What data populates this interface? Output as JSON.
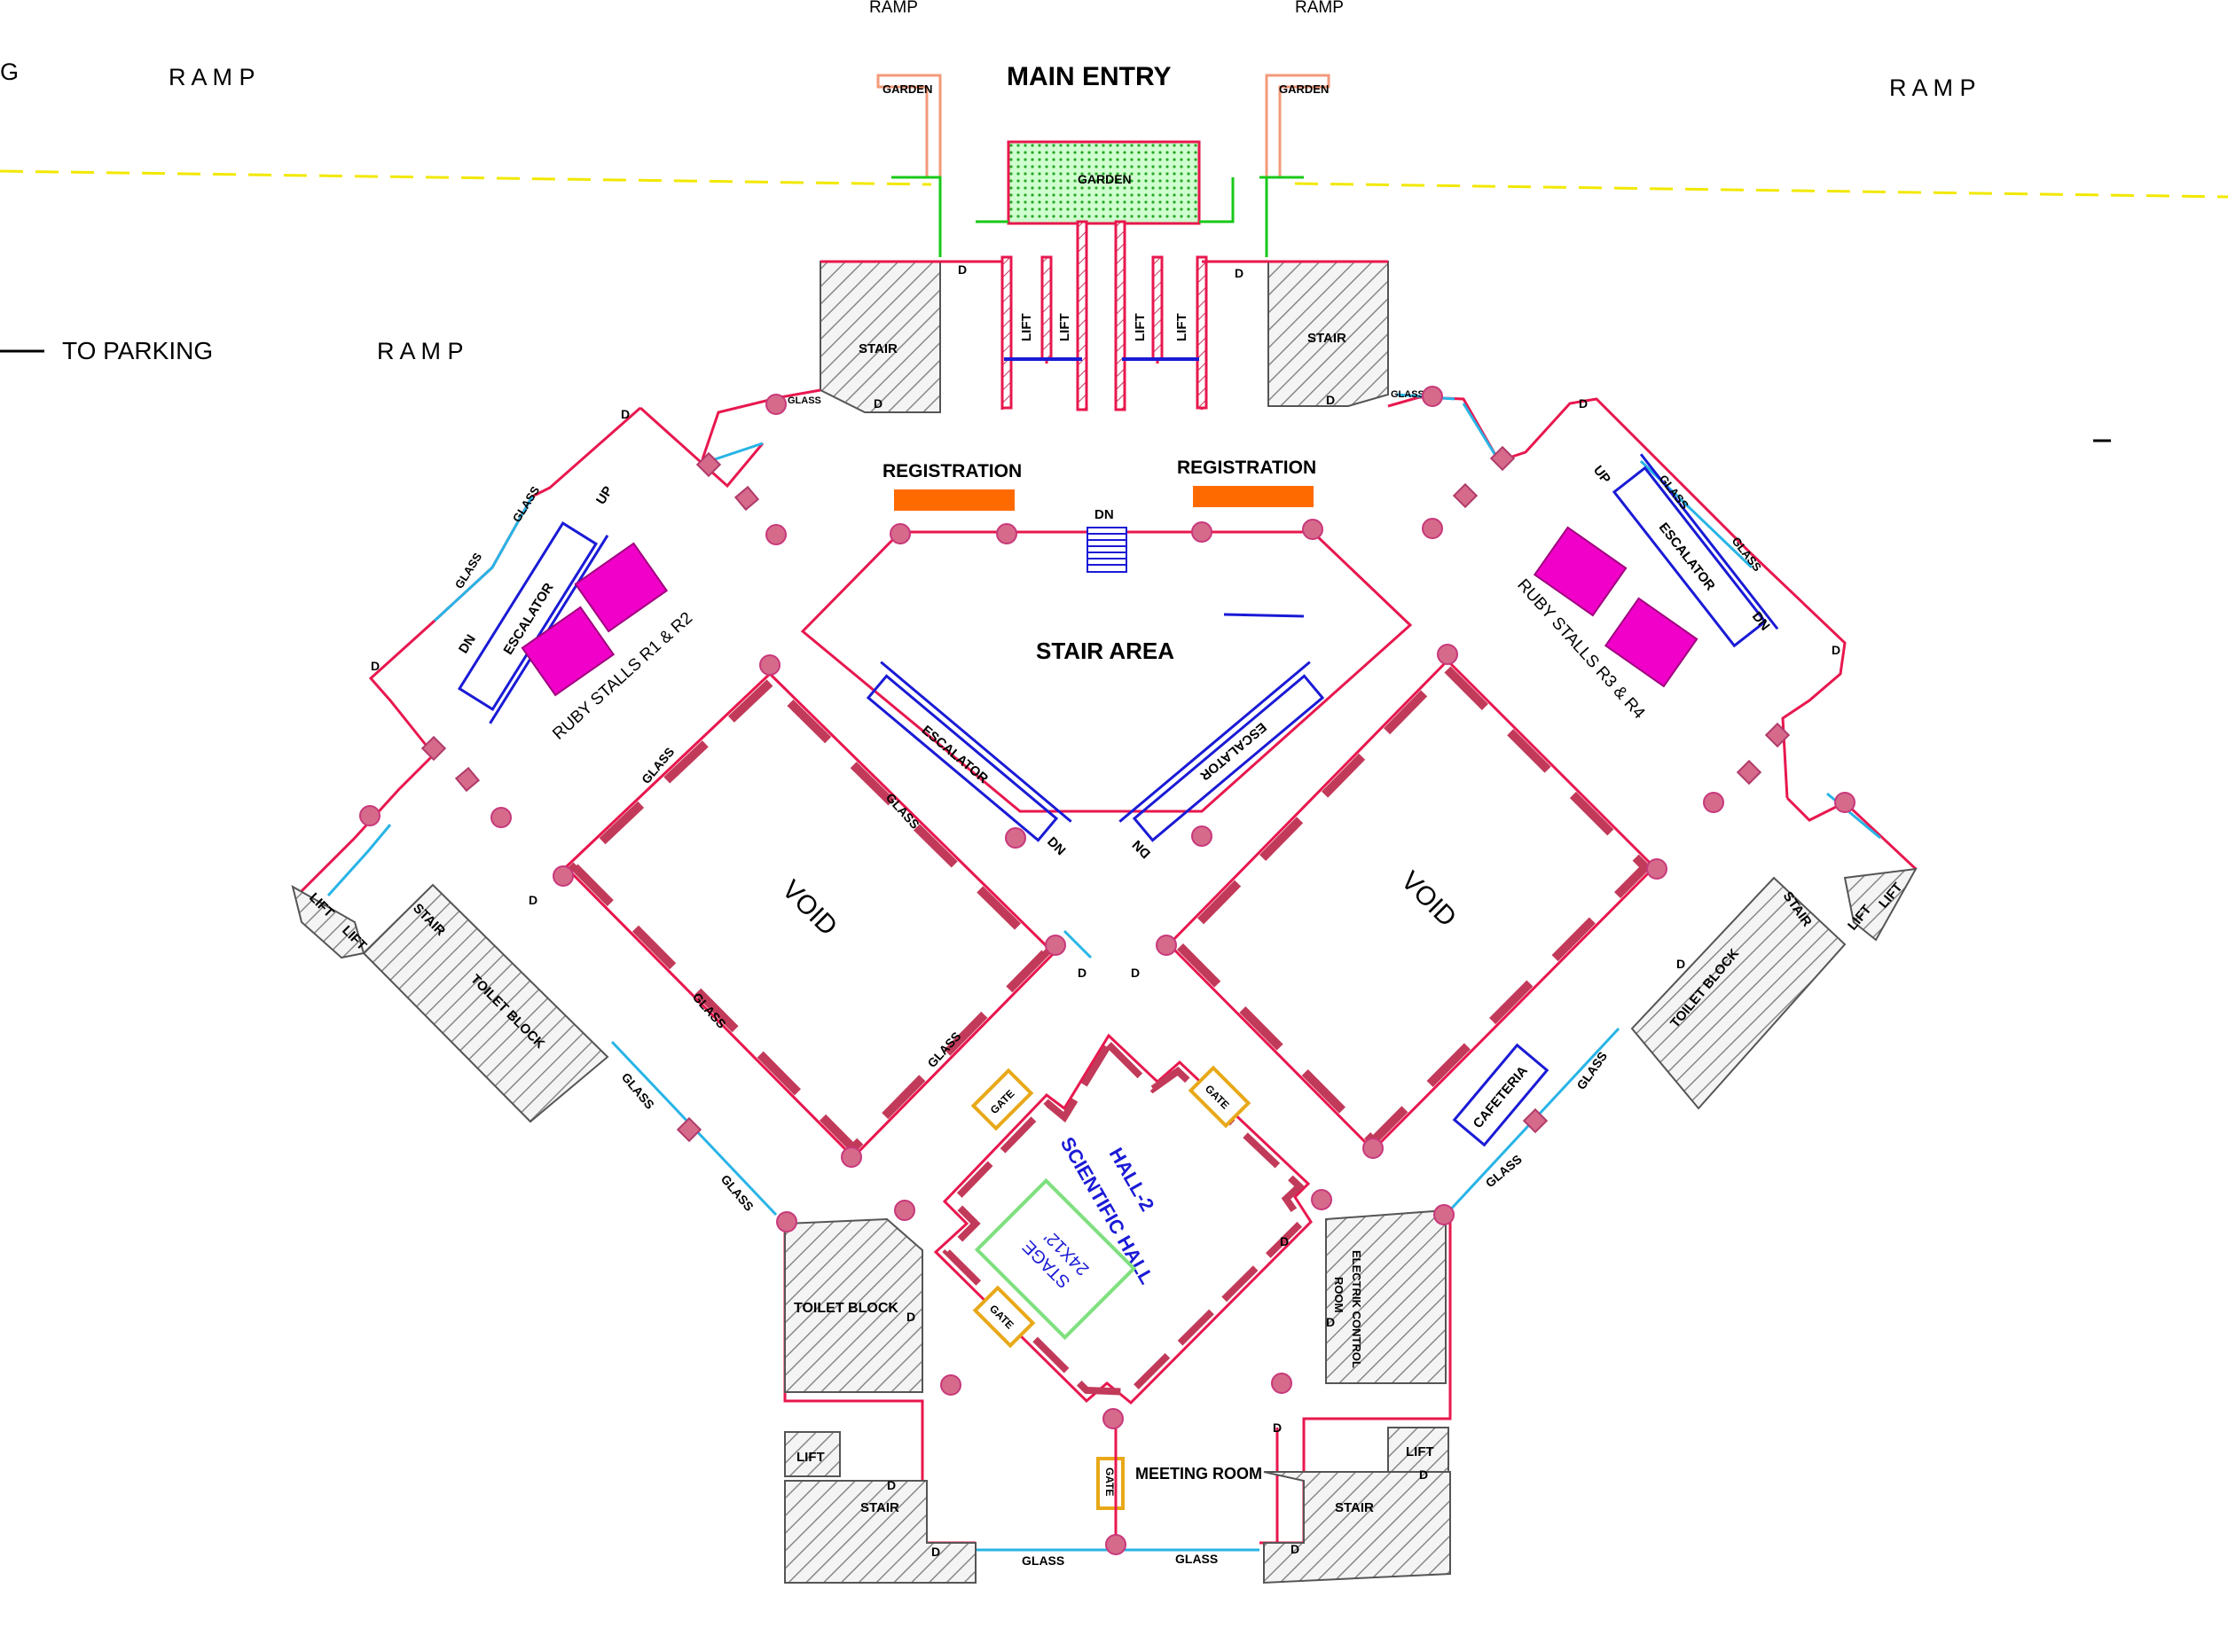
{
  "labels": {
    "ramp_top_left": "RAMP",
    "ramp_top_right": "RAMP",
    "ramp_left": "R A M P",
    "ramp_right": "R A M P",
    "ramp_mid": "R A M P",
    "edge_g": "G",
    "to_parking": "TO PARKING",
    "main_entry": "MAIN ENTRY",
    "garden": "GARDEN",
    "lift": "LIFT",
    "stair": "STAIR",
    "door": "D",
    "glass": "GLASS",
    "registration": "REGISTRATION",
    "dn": "DN",
    "up": "UP",
    "stair_area": "STAIR AREA",
    "escalator": "ESCALATOR",
    "void": "VOID",
    "ruby_left": "RUBY STALLS R1 & R2",
    "ruby_right": "RUBY STALLS R3 & R4",
    "toilet_block": "TOILET BLOCK",
    "gate": "GATE",
    "hall_line1": "HALL-2",
    "hall_line2": "SCIENTIFIC HALL",
    "stage_line1": "STAGE",
    "stage_line2": "24X12'",
    "cafeteria": "CAFETERIA",
    "electric_line1": "ELECTRIK CONTROL",
    "electric_line2": "ROOM",
    "meeting_room": "MEETING ROOM"
  },
  "colors": {
    "wall": "#e8174e",
    "glass": "#28b4e6",
    "column": "#d66a8b",
    "registration_desk": "#ff6a00",
    "stall": "#f000c8",
    "escalator": "#1a1ad6",
    "gate": "#e8a818",
    "garden": "#7ee07e",
    "setback_line": "#f2e800",
    "hall_text": "#1a1ad6"
  }
}
